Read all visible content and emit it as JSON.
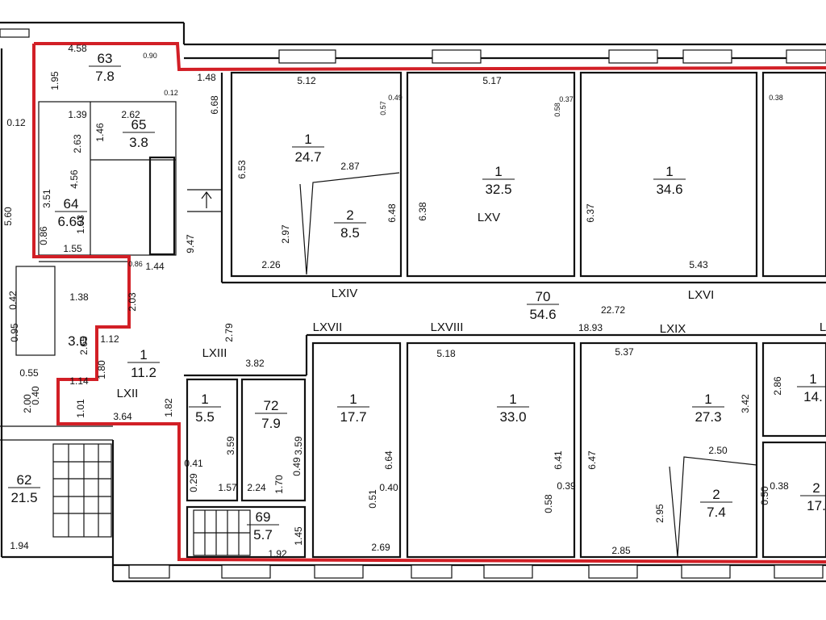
{
  "colors": {
    "walls": "#111111",
    "boundary": "#d21f26",
    "background": "#ffffff"
  },
  "rooms": [
    {
      "id": "63",
      "num": "63",
      "area": "7.8"
    },
    {
      "id": "65",
      "num": "65",
      "area": "3.8"
    },
    {
      "id": "64",
      "num": "64",
      "area": "6.63"
    },
    {
      "id": "lxiv-1",
      "num": "1",
      "area": "24.7"
    },
    {
      "id": "lxiv-2",
      "num": "2",
      "area": "8.5"
    },
    {
      "id": "lxv-1",
      "num": "1",
      "area": "32.5"
    },
    {
      "id": "lxvi-1",
      "num": "1",
      "area": "34.6"
    },
    {
      "id": "70",
      "num": "70",
      "area": "54.6"
    },
    {
      "id": "lxii-1",
      "num": "1",
      "area": "11.2"
    },
    {
      "id": "lxiii-1",
      "num": "1",
      "area": "5.5"
    },
    {
      "id": "72",
      "num": "72",
      "area": "7.9"
    },
    {
      "id": "lxvii-1",
      "num": "1",
      "area": "17.7"
    },
    {
      "id": "lxviii-1",
      "num": "1",
      "area": "33.0"
    },
    {
      "id": "lxix-1",
      "num": "1",
      "area": "27.3"
    },
    {
      "id": "lxix-2",
      "num": "2",
      "area": "7.4"
    },
    {
      "id": "right-1",
      "num": "1",
      "area": "14."
    },
    {
      "id": "right-2",
      "num": "2",
      "area": "17."
    },
    {
      "id": "62",
      "num": "62",
      "area": "21.5"
    },
    {
      "id": "69",
      "num": "69",
      "area": "5.7"
    },
    {
      "id": "small-3",
      "num": "",
      "area": "3.0"
    }
  ],
  "roman_labels": [
    "LXIV",
    "LXV",
    "LXVI",
    "LXVII",
    "LXVIII",
    "LXIX",
    "LXII",
    "LXIII",
    "L"
  ],
  "dimensions": [
    "4.58",
    "1.95",
    "1.48",
    "6.68",
    "5.12",
    "5.17",
    "0.12",
    "1.39",
    "2.62",
    "1.46",
    "2.63",
    "4.56",
    "3.51",
    "1.93",
    "5.60",
    "6.53",
    "2.87",
    "6.48",
    "2.97",
    "2.26",
    "6.38",
    "6.37",
    "5.43",
    "0.86",
    "1.55",
    "9.47",
    "1.44",
    "2.03",
    "1.38",
    "2.65",
    "1.12",
    "2.79",
    "22.72",
    "18.93",
    "5.18",
    "5.37",
    "3.82",
    "1.80",
    "1.14",
    "0.55",
    "0.40",
    "2.00",
    "1.01",
    "3.64",
    "1.82",
    "3.59",
    "3.59",
    "6.64",
    "6.41",
    "6.47",
    "3.42",
    "2.86",
    "2.50",
    "2.95",
    "0.41",
    "1.57",
    "2.24",
    "1.70",
    "0.49",
    "0.29",
    "0.40",
    "0.51",
    "0.58",
    "0.39",
    "0.38",
    "0.50",
    "1.45",
    "1.92",
    "2.69",
    "2.85",
    "1.94",
    "0.95",
    "0.42"
  ],
  "small_marks": [
    "0.57",
    "0.49",
    "0.58",
    "0.37",
    "0.38",
    "0.12",
    "0.90",
    "0.86"
  ]
}
